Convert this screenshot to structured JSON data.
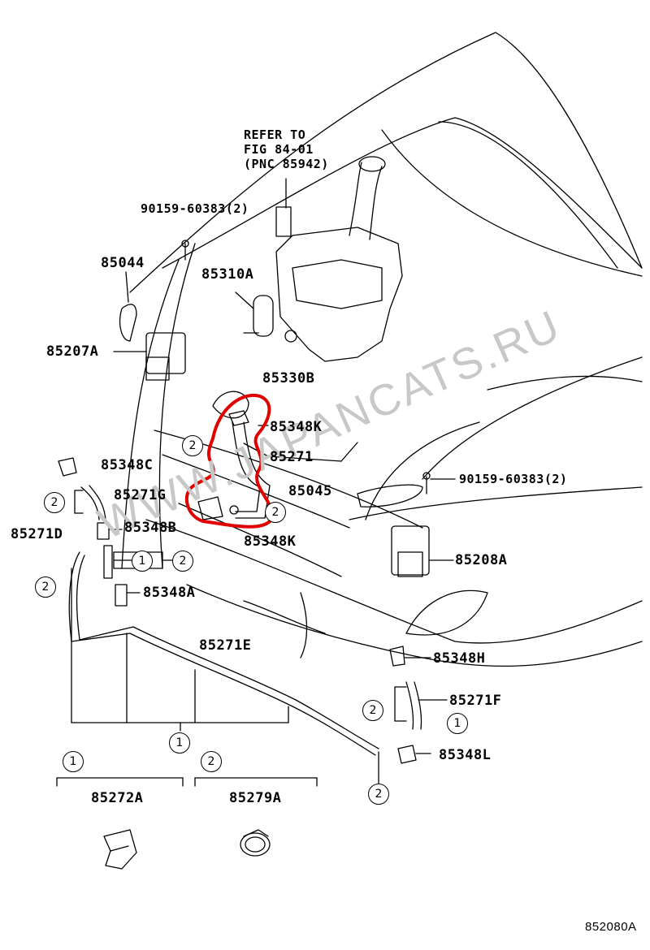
{
  "diagram_code": "852080A",
  "watermark": "WWW.JAPANCATS.RU",
  "refer_note": {
    "line1": "REFER TO",
    "line2": "FIG 84-01",
    "line3": "(PNC 85942)"
  },
  "labels": {
    "bolt_top": "90159-60383(2)",
    "bolt_right": "90159-60383(2)",
    "p85044": "85044",
    "p85310A": "85310A",
    "p85207A": "85207A",
    "p85330B": "85330B",
    "p85348K_top": "85348K",
    "p85271": "85271",
    "p85348C": "85348C",
    "p85045": "85045",
    "p85271G": "85271G",
    "p85348B": "85348B",
    "p85348K_bottom": "85348K",
    "p85271D": "85271D",
    "p85208A": "85208A",
    "p85348A": "85348A",
    "p85271E": "85271E",
    "p85348H": "85348H",
    "p85271F": "85271F",
    "p85348L": "85348L",
    "p85272A": "85272A",
    "p85279A": "85279A"
  },
  "callouts": {
    "one": "1",
    "two": "2"
  },
  "colors": {
    "line": "#000000",
    "highlight": "#e00000",
    "watermark": "#c8c8c8"
  }
}
